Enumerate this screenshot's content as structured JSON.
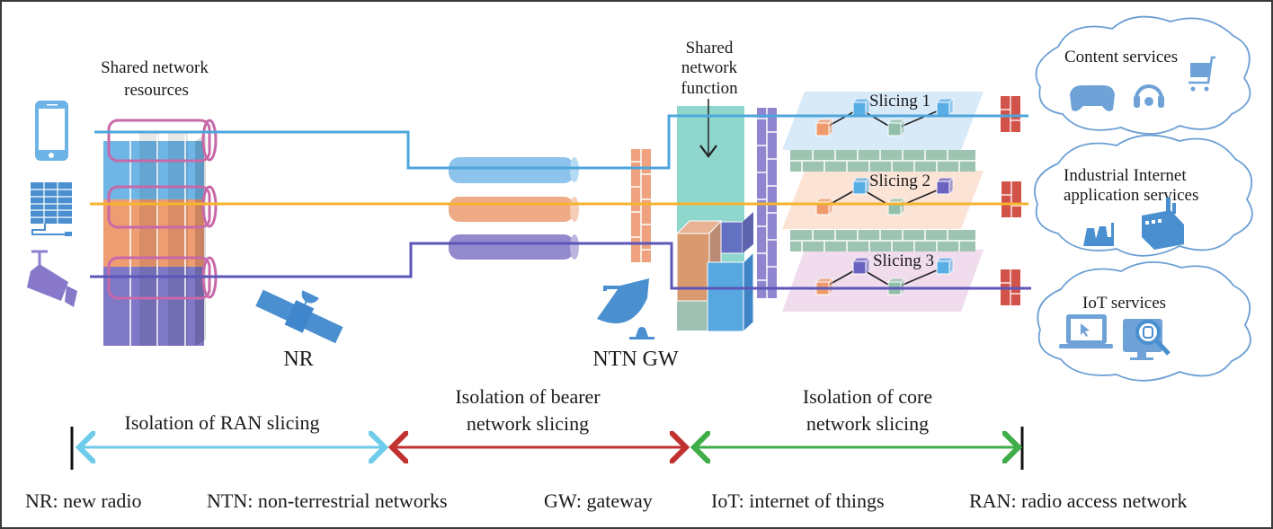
{
  "diagram": {
    "title": "Network slicing isolation across RAN, bearer and core networks",
    "colors": {
      "slice1": "#4ea6dc",
      "slice2": "#f5b32e",
      "slice3": "#5c56b8",
      "ran_arrow": "#6ecbea",
      "bearer_arrow": "#c0312f",
      "core_arrow": "#3fae49",
      "firewall_red": "#d2534a",
      "firewall_orange": "#eea27f",
      "firewall_purple": "#8f86cf",
      "firewall_green": "#9dc3b1",
      "shared_function": "#8fd6cd",
      "cloud_stroke": "#6b9fd4",
      "icon_blue": "#4a8fd0",
      "tube_ring": "#c868a8"
    },
    "labels": {
      "shared_network_resources": [
        "Shared network",
        "resources"
      ],
      "shared_network_function": [
        "Shared",
        "network",
        "function"
      ],
      "nr": "NR",
      "ntn_gw": "NTN GW",
      "slicing": [
        "Slicing 1",
        "Slicing 2",
        "Slicing 3"
      ]
    },
    "devices": [
      {
        "name": "smartphone",
        "icon": "smartphone-icon"
      },
      {
        "name": "solar panel",
        "icon": "solar-panel-icon"
      },
      {
        "name": "surveillance camera",
        "icon": "camera-icon"
      }
    ],
    "services": [
      {
        "label": [
          "Content services"
        ],
        "icons": [
          "gamepad-icon",
          "headphones-icon",
          "shopping-cart-icon"
        ]
      },
      {
        "label": [
          "Industrial Internet",
          "application services"
        ],
        "icons": [
          "factory-icon",
          "industrial-building-icon"
        ]
      },
      {
        "label": [
          "IoT services"
        ],
        "icons": [
          "laptop-icon",
          "monitor-search-icon"
        ]
      }
    ],
    "isolation_segments": [
      {
        "label": [
          "Isolation of RAN slicing"
        ]
      },
      {
        "label": [
          "Isolation of bearer",
          "network slicing"
        ]
      },
      {
        "label": [
          "Isolation of core",
          "network slicing"
        ]
      }
    ],
    "legend": [
      "NR: new radio",
      "NTN: non-terrestrial networks",
      "GW: gateway",
      "IoT: internet of things",
      "RAN: radio access network"
    ]
  }
}
